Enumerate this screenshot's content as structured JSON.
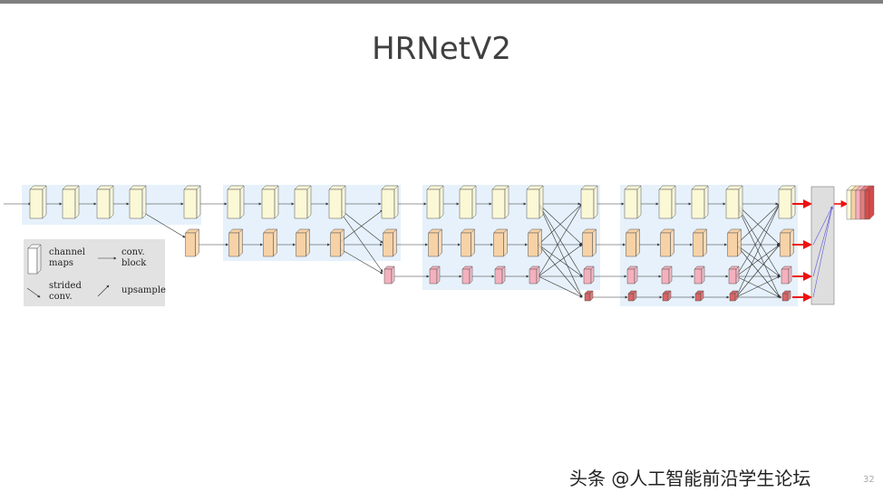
{
  "slide": {
    "title": "HRNetV2",
    "page_number": "32",
    "watermark": "头条 @人工智能前沿学生论坛"
  },
  "legend": {
    "channel_maps": "channel\nmaps",
    "conv_block": "conv.\nblock",
    "strided_conv": "strided\nconv.",
    "upsample": "upsample"
  },
  "colors": {
    "branch1": "#fbf8d6",
    "branch2": "#f7d2a6",
    "branch3": "#f5b0bd",
    "branch4": "#d96464",
    "stage_bg": "#e6f1fb",
    "legend_bg": "#e2e2e2",
    "concat_bg": "#dedede",
    "head_arrow": "#ee1111",
    "upsample_line": "#5a5ad6"
  },
  "stages": [
    {
      "stage": 1,
      "branches": 1
    },
    {
      "stage": 2,
      "branches": 2
    },
    {
      "stage": 3,
      "branches": 3
    },
    {
      "stage": 4,
      "branches": 4
    }
  ]
}
